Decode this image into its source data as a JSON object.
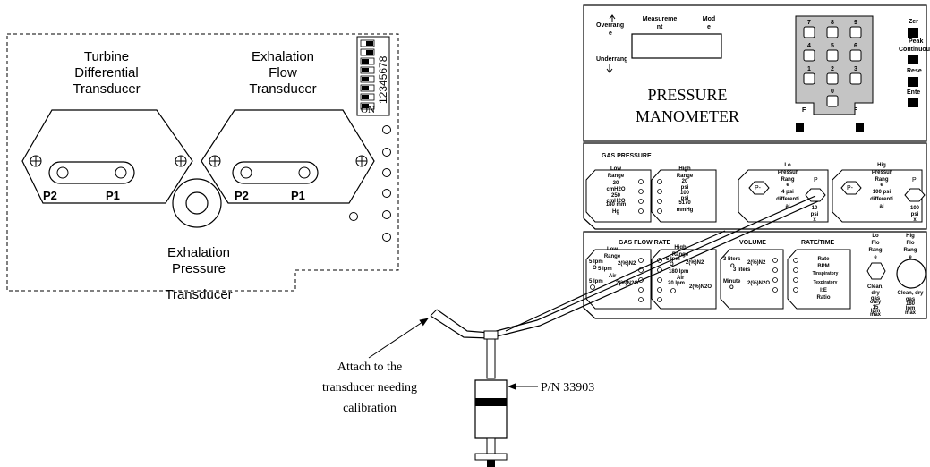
{
  "transducer_board": {
    "turbine_label": [
      "Turbine",
      "Differential",
      "Transducer"
    ],
    "exhalation_flow_label": [
      "Exhalation",
      "Flow",
      "Transducer"
    ],
    "exhalation_pressure_label": [
      "Exhalation",
      "Pressure",
      "Transducer"
    ],
    "port_labels": [
      "P2",
      "P1",
      "P2",
      "P1"
    ],
    "dip_switch": {
      "numbers": "12345678",
      "on_label": "ON"
    }
  },
  "manometer": {
    "title_lines": [
      "PRESSURE",
      "MANOMETER"
    ],
    "overrange": [
      "Overrang",
      "e"
    ],
    "underrange": "Underrang",
    "measurement_header": [
      "Measureme",
      "nt"
    ],
    "mode_header": [
      "Mod",
      "e"
    ],
    "keypad": [
      "7",
      "8",
      "9",
      "4",
      "5",
      "6",
      "1",
      "2",
      "3",
      "0"
    ],
    "f_label": "F",
    "side_buttons": [
      "Zer",
      "Peak",
      "Continuou",
      "Rese",
      "Ente"
    ],
    "gas_pressure": {
      "title": "GAS PRESSURE",
      "low_range": [
        "Low",
        "Range"
      ],
      "low_items": [
        "20",
        "cmH2O",
        "250",
        "cmH2O",
        "180 mm",
        "Hg"
      ],
      "high_range": [
        "High",
        "Range"
      ],
      "high_items": [
        "20",
        "psi",
        "100",
        "psi",
        "5170",
        "mmHg"
      ],
      "lo_pressure": [
        "Lo",
        "Pressur",
        "Rang",
        "e"
      ],
      "lo_diff": [
        "4 psi",
        "differenti",
        "al"
      ],
      "lo_psi": [
        "10",
        "psi",
        "x"
      ],
      "hi_pressure": [
        "Hig",
        "Pressur",
        "Rang",
        "e"
      ],
      "hi_diff": [
        "100 psi",
        "differenti",
        "al"
      ],
      "hi_psi": [
        "100",
        "psi",
        "x"
      ],
      "p_minus": "P-",
      "p_plus": "P"
    },
    "gas_flow": {
      "title": "GAS FLOW RATE",
      "low_range": [
        "Low",
        "Range"
      ],
      "low_items": [
        "5 lpm",
        "O",
        "2(%)N2",
        "5 lpm",
        "Air",
        "5 lpm",
        "2(%)N2O"
      ],
      "high_range": [
        "High",
        "Range"
      ],
      "high_items": [
        "5 lpm",
        "O",
        "2(%)N2",
        "180 lpm",
        "Air",
        "20 lpm",
        "2(%)N2O"
      ],
      "volume_title": "VOLUME",
      "volume_items": [
        "3 liters",
        "O",
        "2(%)N2",
        "3 liters",
        "Minute",
        "O",
        "2(%)N2O"
      ],
      "ratetime_title": "RATE/TIME",
      "ratetime_items": [
        "Rate",
        "BPM",
        "Tinspiratory",
        "Texpiratory",
        "I:E",
        "Ratio"
      ],
      "lo_flo": [
        "Lo",
        "Flo",
        "Rang",
        "e"
      ],
      "hi_flo": [
        "Hig",
        "Flo",
        "Rang",
        "e"
      ],
      "lo_clean": [
        "Clean,",
        "dry",
        "gas",
        "only",
        "15",
        "lpm",
        "max"
      ],
      "hi_clean": [
        "Clean, dry",
        "gas",
        "180",
        "lpm",
        "max"
      ]
    }
  },
  "callouts": {
    "attach": [
      "Attach to the",
      "transducer needing",
      "calibration"
    ],
    "part_number": "P/N 33903"
  }
}
